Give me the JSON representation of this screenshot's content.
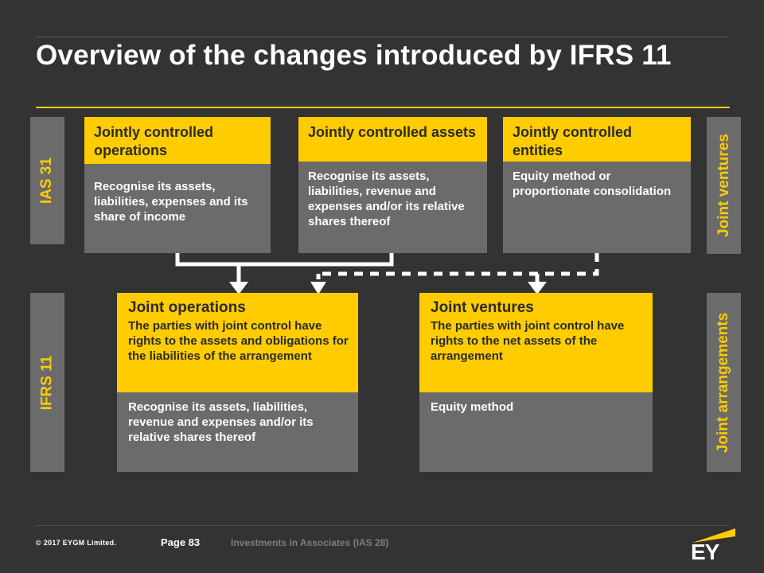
{
  "slide": {
    "title": "Overview of the changes introduced by IFRS 11",
    "accent_yellow": "#ffcc00",
    "background": "#333333",
    "panel_gray": "#6b6b6b"
  },
  "rails": {
    "left_top": "IAS 31",
    "left_bottom": "IFRS 11",
    "right_top": "Joint ventures",
    "right_bottom": "Joint arrangements"
  },
  "ias31_row": [
    {
      "header": "Jointly controlled operations",
      "body": "Recognise its assets, liabilities, expenses and its share of income"
    },
    {
      "header": "Jointly controlled assets",
      "body": "Recognise its assets, liabilities, revenue and expenses and/or its relative shares thereof"
    },
    {
      "header": "Jointly controlled entities",
      "body": "Equity method or proportionate consolidation"
    }
  ],
  "ifrs11_row": [
    {
      "title": "Joint operations",
      "definition": "The parties with joint control have rights to the assets and obligations for the liabilities of the arrangement",
      "body": "Recognise its assets, liabilities, revenue and expenses and/or its relative shares thereof"
    },
    {
      "title": "Joint ventures",
      "definition": "The parties with joint control have rights to the net assets of the arrangement",
      "body": "Equity method"
    }
  ],
  "connectors": {
    "solid_color": "#ffffff",
    "dashed_color": "#ffffff",
    "note": "Solid arrows: jointly controlled operations + assets -> joint operations; dashed arrows: jointly controlled entities -> joint operations and joint ventures"
  },
  "footer": {
    "copyright": "© 2017  EYGM  Limited.",
    "page": "Page 83",
    "subject": "Investments in Associates  (IAS 28)",
    "logo_text": "EY"
  }
}
